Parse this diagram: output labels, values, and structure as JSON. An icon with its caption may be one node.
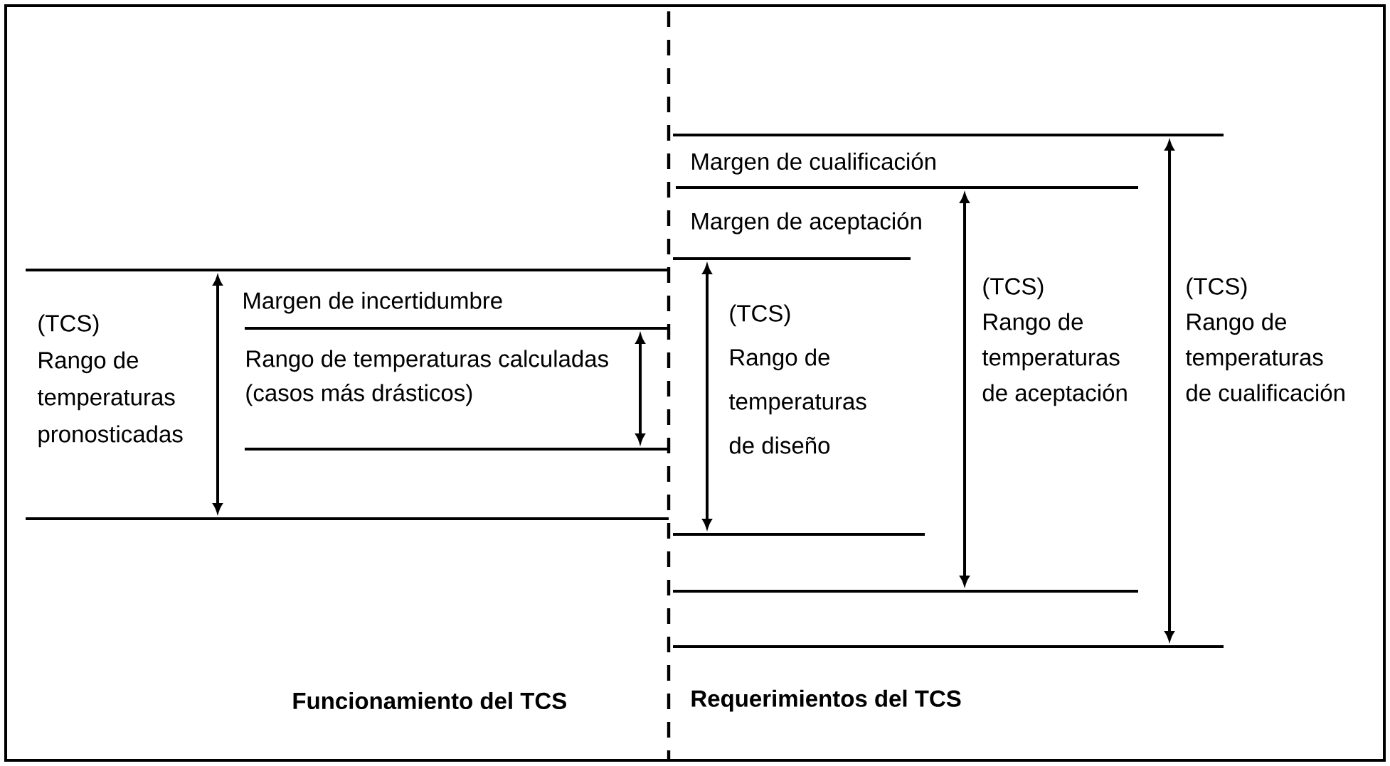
{
  "diagram": {
    "labels": [
      "Margen de cualificación",
      "Margen de aceptación",
      "(TCS) Rango de temperaturas pronosticadas",
      "Margen de incertidumbre",
      "Rango de temperaturas calculadas (casos más drásticos)",
      "(TCS) Rango de temperaturas de diseño",
      "(TCS) Rango de temperaturas de aceptación",
      "(TCS) Rango de temperaturas de cualificación",
      "Funcionamiento del TCS",
      "Requerimientos del TCS"
    ]
  }
}
